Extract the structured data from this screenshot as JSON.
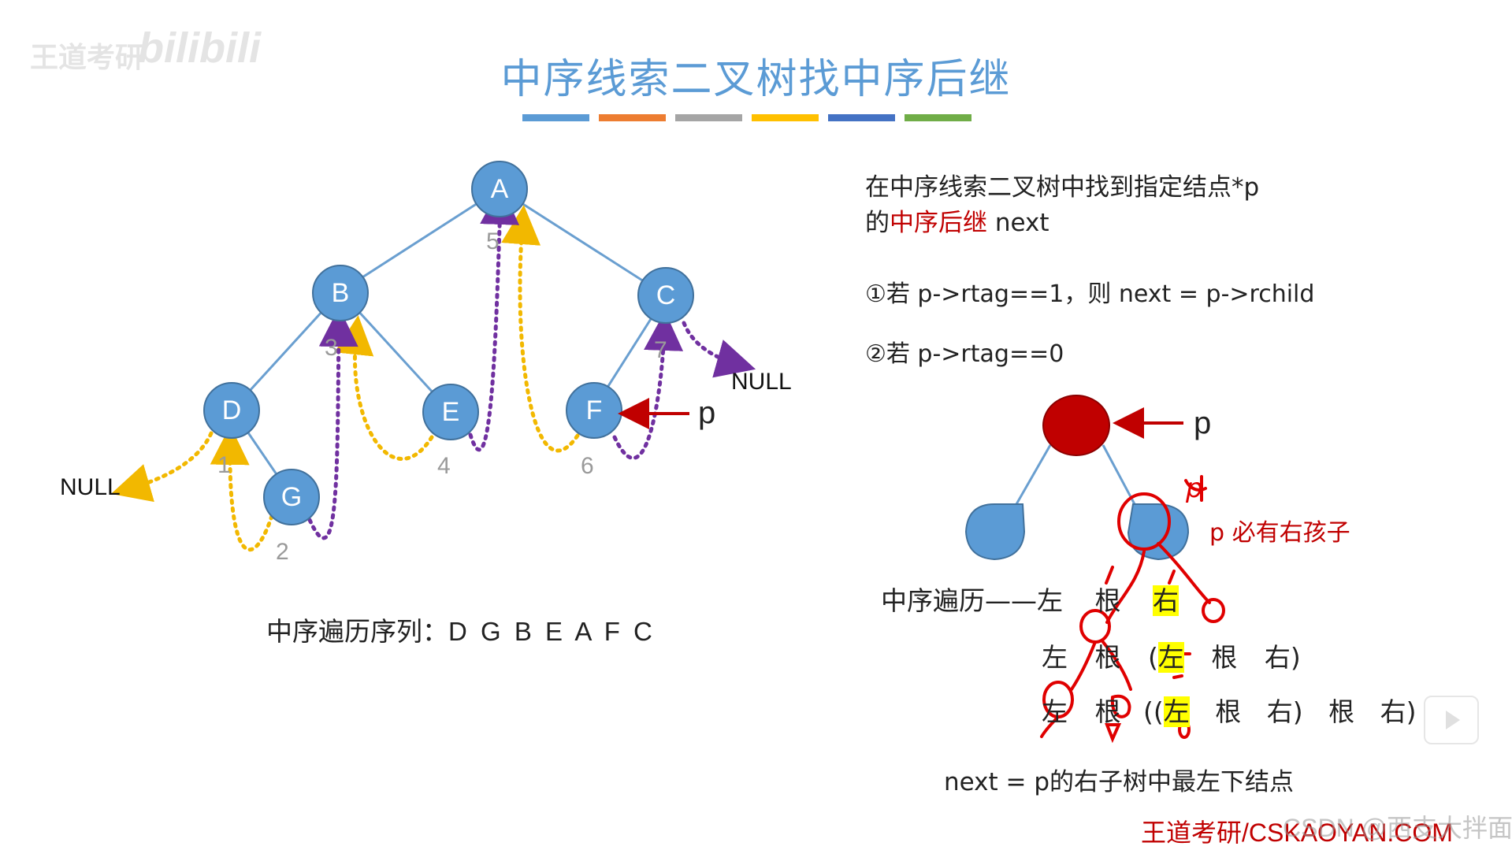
{
  "watermark": {
    "left": "王道考研",
    "right": "bilibili"
  },
  "title": "中序线索二叉树找中序后继",
  "color_bar": [
    "#5b9bd5",
    "#ed7d31",
    "#a5a5a5",
    "#ffc000",
    "#4472c4",
    "#70ad47"
  ],
  "tree": {
    "nodes": [
      {
        "id": "A",
        "label": "A"
      },
      {
        "id": "B",
        "label": "B"
      },
      {
        "id": "C",
        "label": "C"
      },
      {
        "id": "D",
        "label": "D"
      },
      {
        "id": "E",
        "label": "E"
      },
      {
        "id": "F",
        "label": "F"
      },
      {
        "id": "G",
        "label": "G"
      }
    ],
    "order_numbers": [
      "1",
      "2",
      "3",
      "4",
      "5",
      "6",
      "7"
    ],
    "null_label": "NULL",
    "pointer_label": "p"
  },
  "inorder_sequence": {
    "label": "中序遍历序列：",
    "value": "D G B E A F C"
  },
  "description": {
    "line1": "在中序线索二叉树中找到指定结点*p",
    "line2_prefix": "的",
    "line2_highlight": "中序后继",
    "line2_suffix": " next"
  },
  "case1": "①若 p->rtag==1，则 next = p->rchild",
  "case2": "②若 p->rtag==0",
  "subtree": {
    "pointer_label": "p",
    "note": "p 必有右孩子",
    "annotation_handwritten": "p"
  },
  "traversal": {
    "row1_label": "中序遍历——左",
    "row1": [
      "根",
      "右"
    ],
    "row2": [
      "左",
      "根",
      "(",
      "左",
      "根",
      "右)"
    ],
    "row3": [
      "左",
      "根",
      "((",
      "左",
      "根",
      "右)",
      "根",
      "右)"
    ]
  },
  "conclusion": "next = p的右子树中最左下结点",
  "footer": "王道考研/CSKAOYAN.COM",
  "footer_overlay": "CSDN @西支大拌面",
  "colors": {
    "node": "#5b9bd5",
    "node_stroke": "#41719c",
    "highlight_node": "#c00000",
    "yellow_thread": "#f2b800",
    "purple_thread": "#7030a0",
    "pointer": "#c00000"
  }
}
